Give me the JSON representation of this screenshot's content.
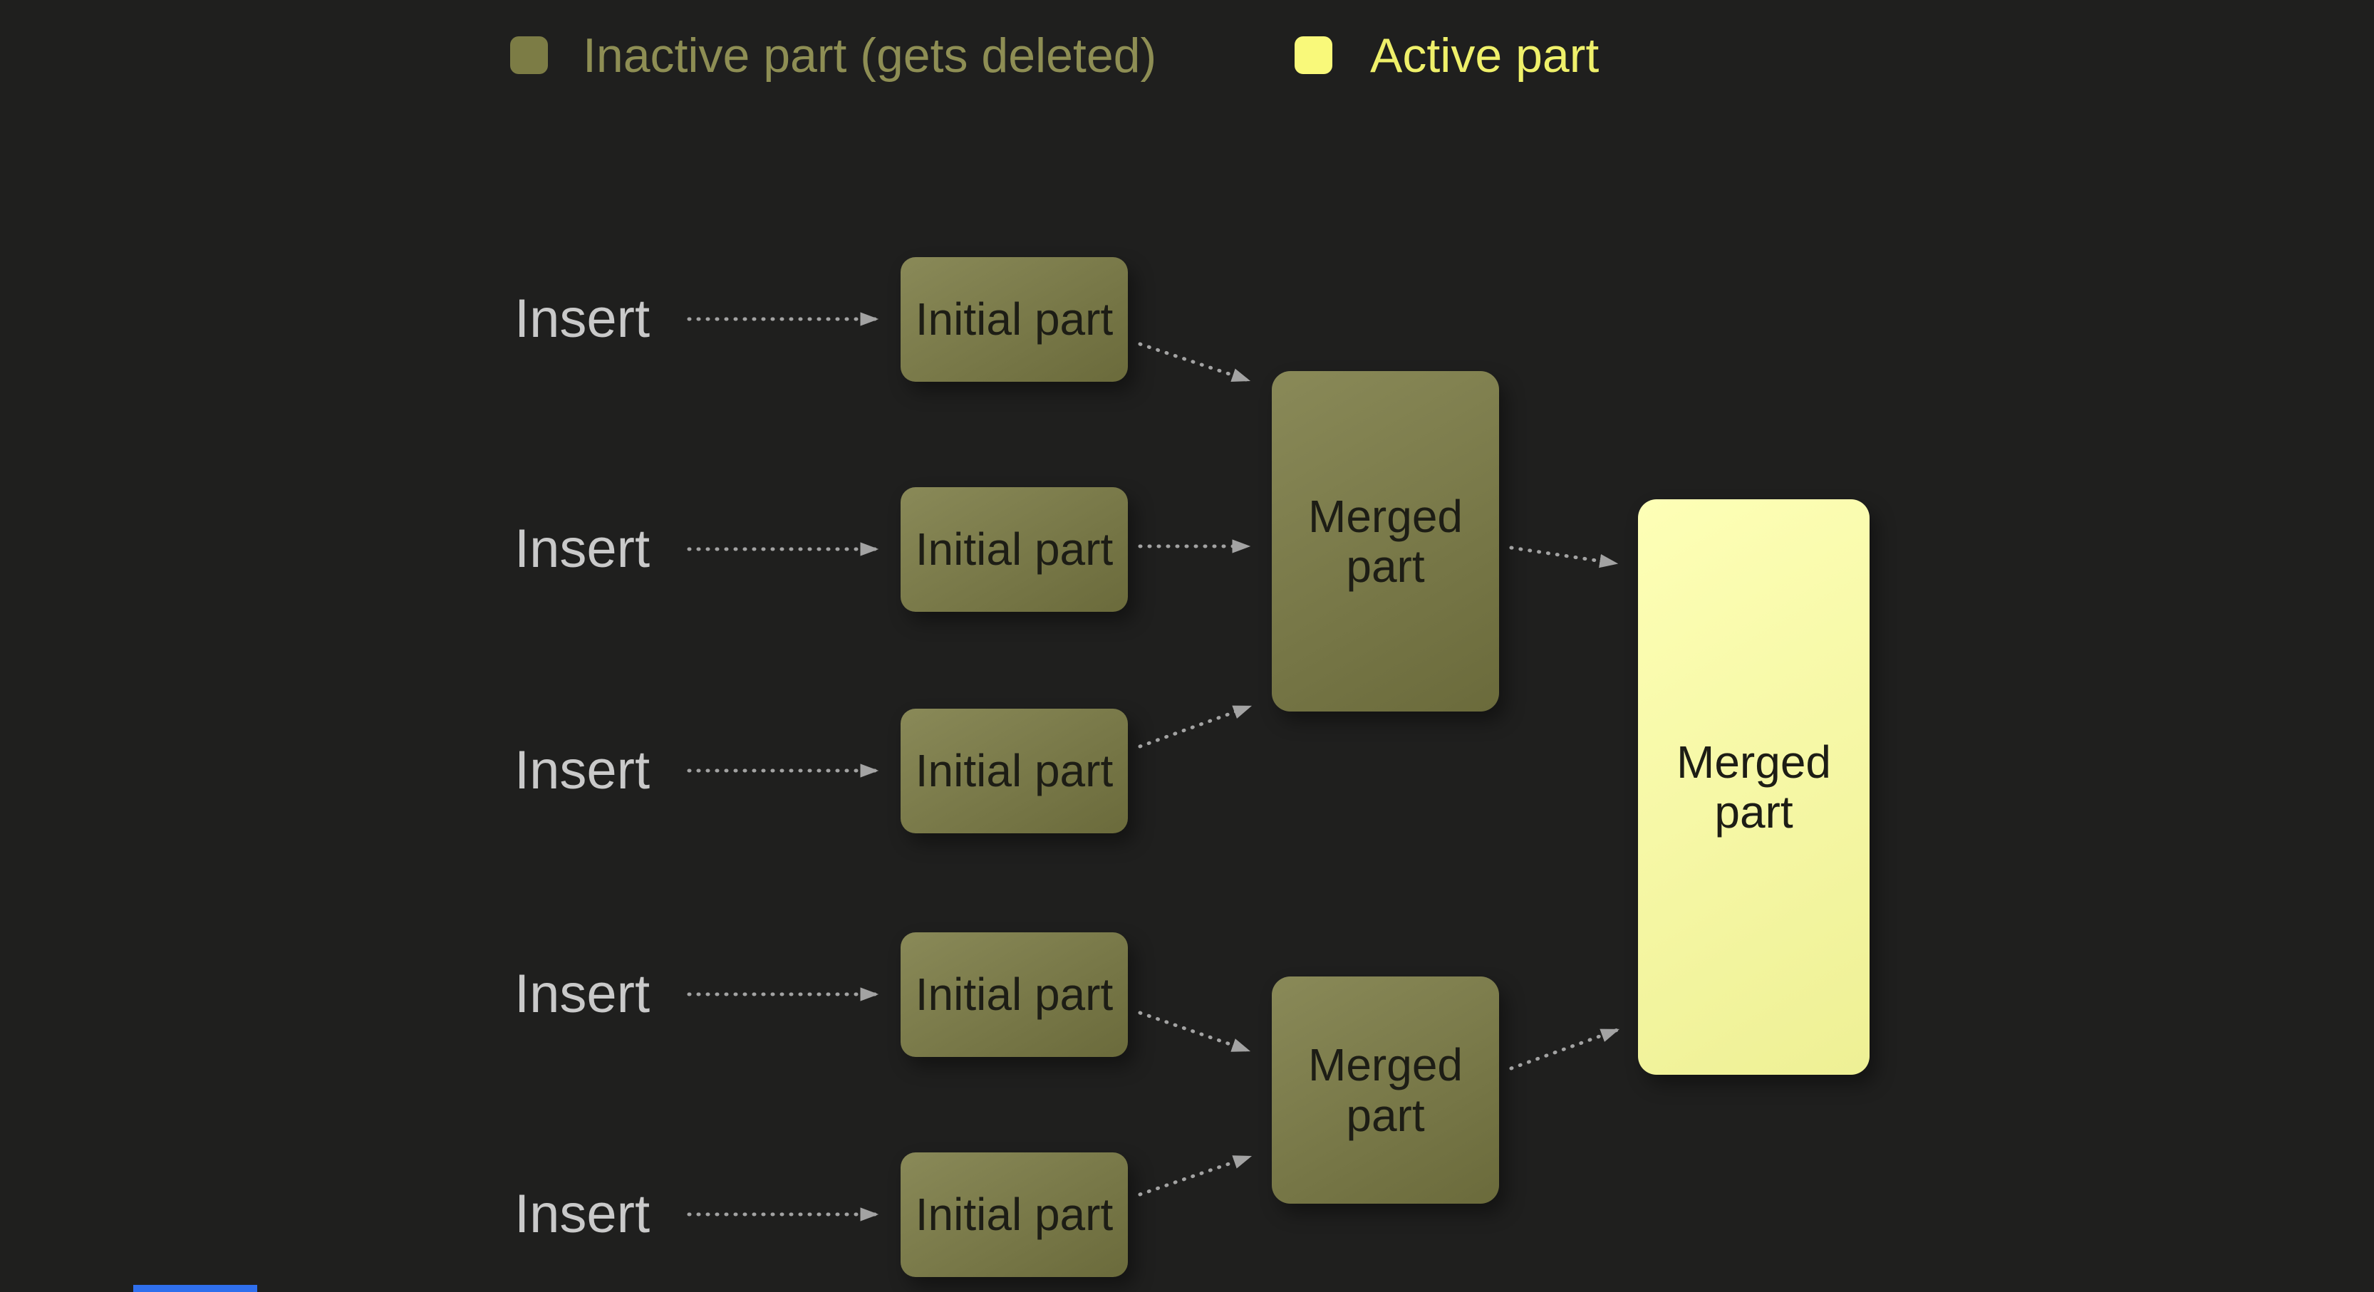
{
  "legend": {
    "inactive_label": "Inactive part (gets deleted)",
    "active_label": "Active part"
  },
  "nodes": {
    "insert_label": "Insert",
    "initial_part_label": "Initial part",
    "merged_part_label": "Merged part"
  },
  "structure": {
    "insert_count": 5,
    "initial_part_count": 5,
    "intermediate_merged_count": 2,
    "final_merged_count": 1,
    "flow": "5 inserts -> 5 initial parts -> 2 merged parts (inactive) -> 1 merged part (active)"
  },
  "colors": {
    "background": "#1f1f1e",
    "inactive_fill": "#7c7c45",
    "active_fill": "#fdff9e",
    "inactive_legend_text": "#8e8e54",
    "active_legend_text": "#eff06a",
    "insert_text": "#c9c9c9",
    "node_text": "#1d1d15",
    "arrow": "#a3a3a3",
    "bottom_strip": "#2f6fed"
  }
}
